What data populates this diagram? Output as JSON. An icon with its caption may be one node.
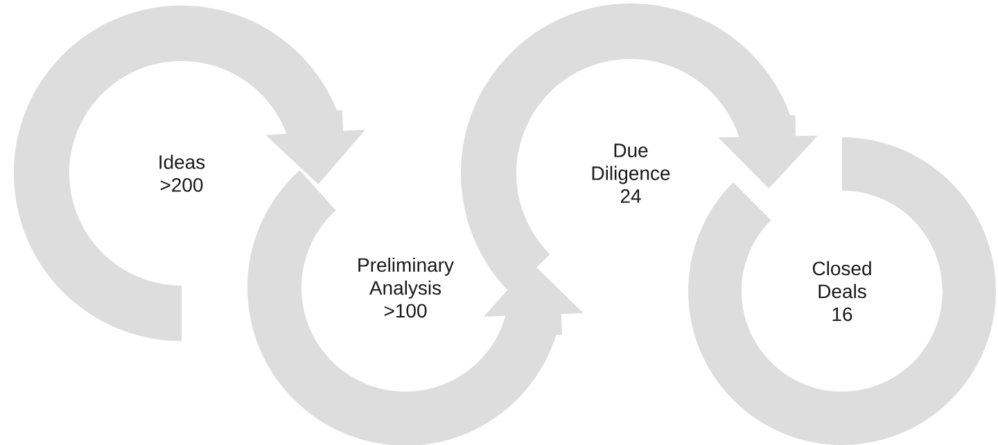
{
  "diagram": {
    "nodes": [
      {
        "text": [
          "Ideas",
          ">200"
        ]
      },
      {
        "text": [
          "Preliminary Analysis",
          ">100"
        ]
      },
      {
        "text": [
          "Due Diligence",
          "24"
        ]
      },
      {
        "text": [
          "Closed Deals",
          "16"
        ]
      }
    ],
    "edges": [
      {
        "from": 0,
        "to": 1,
        "arrow": "to"
      },
      {
        "from": 1,
        "to": 2,
        "arrow": "to"
      },
      {
        "from": 2,
        "to": 3,
        "arrow": "to"
      }
    ]
  }
}
